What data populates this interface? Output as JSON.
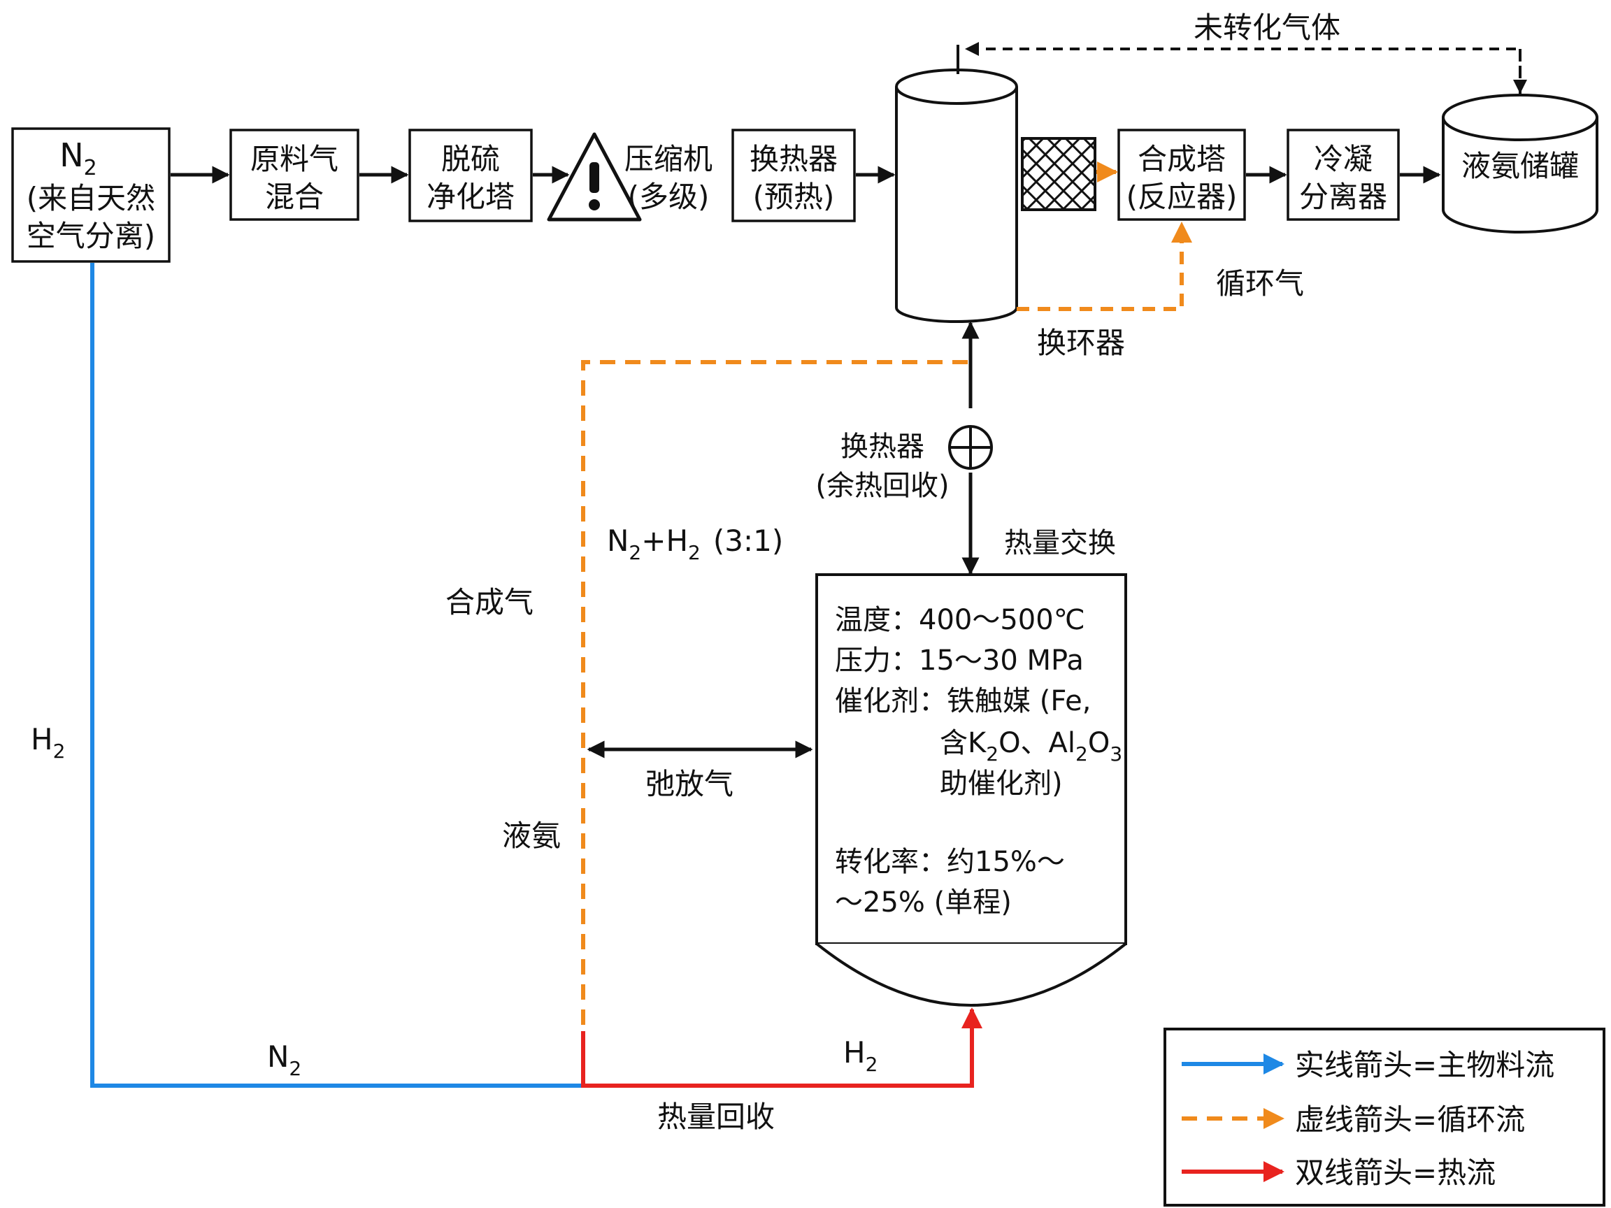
{
  "nodes": {
    "n2_source": {
      "line1": "N",
      "sub": "2",
      "line2": "(来自天然",
      "line3": "空气分离)"
    },
    "feed_mix": {
      "line1": "原料气",
      "line2": "混合"
    },
    "desulfur": {
      "line1": "脱硫",
      "line2": "净化塔"
    },
    "compressor": {
      "line1": "压缩机",
      "line2": "(多级)"
    },
    "heat_exchanger_preheat": {
      "line1": "换热器",
      "line2": "(预热)"
    },
    "synthesis_tower": {
      "line1": "合成塔",
      "line2": "(反应器)"
    },
    "condenser": {
      "line1": "冷凝",
      "line2": "分离器"
    },
    "storage": {
      "label": "液氨储罐"
    },
    "waste_heat_exchanger": {
      "line1": "换热器",
      "line2": "(余热回收)"
    }
  },
  "labels": {
    "unconverted_gas": "未转化气体",
    "recycle_gas": "循环气",
    "huan_huan_qi": "换环器",
    "heat_exchange": "热量交换",
    "n2_h2_pre": "N",
    "n2_h2_sub1": "2",
    "n2_h2_mid": "+H",
    "n2_h2_sub2": "2",
    "n2_h2_ratio": "(3:1)",
    "syngas": "合成气",
    "purge_gas": "弛放气",
    "liquid_ammonia": "液氨",
    "h2_left": "H",
    "h2_left_sub": "2",
    "n2_bottom": "N",
    "n2_bottom_sub": "2",
    "h2_bottom": "H",
    "h2_bottom_sub": "2",
    "heat_recovery": "热量回收"
  },
  "reactor_info": {
    "temp": "温度：400～500℃",
    "pressure": "压力：15～30 MPa",
    "catalyst1": "催化剂：铁触媒 (Fe,",
    "catalyst2a": "含K",
    "catalyst2b": "2",
    "catalyst2c": "O、Al",
    "catalyst2d": "2",
    "catalyst2e": "O",
    "catalyst2f": "3",
    "catalyst3": "助催化剂)",
    "conversion1": "转化率：约15%～",
    "conversion2": "～25% (单程)"
  },
  "legend": {
    "items": [
      {
        "label": "实线箭头=主物料流",
        "color": "#1e88e5",
        "style": "solid"
      },
      {
        "label": "虚线箭头=循环流",
        "color": "#f08a1c",
        "style": "dashed"
      },
      {
        "label": "双线箭头=热流",
        "color": "#e8231f",
        "style": "solid"
      }
    ]
  },
  "colors": {
    "main_flow": "#1e88e5",
    "recycle_flow": "#f08a1c",
    "heat_flow": "#e8231f",
    "stroke": "#111111"
  }
}
